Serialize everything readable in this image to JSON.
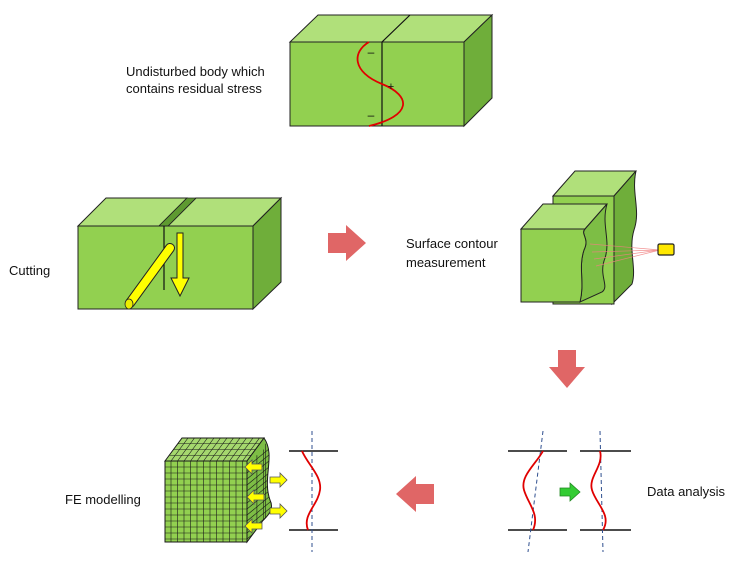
{
  "labels": {
    "undisturbed_line1": "Undisturbed body which",
    "undisturbed_line2": "contains residual stress",
    "cutting": "Cutting",
    "surface_line1": "Surface contour",
    "surface_line2": "measurement",
    "fe_modelling": "FE modelling",
    "data_analysis": "Data analysis"
  },
  "signs": {
    "top": "–",
    "middle": "+",
    "bottom": "–"
  },
  "colors": {
    "block_front": "#92D050",
    "block_top": "#B0E07A",
    "block_side": "#6FAE3A",
    "stress_curve": "#E00000",
    "process_arrow": "#E06666",
    "cutter": "#FFFF00",
    "small_arrow": "#33CC33"
  }
}
